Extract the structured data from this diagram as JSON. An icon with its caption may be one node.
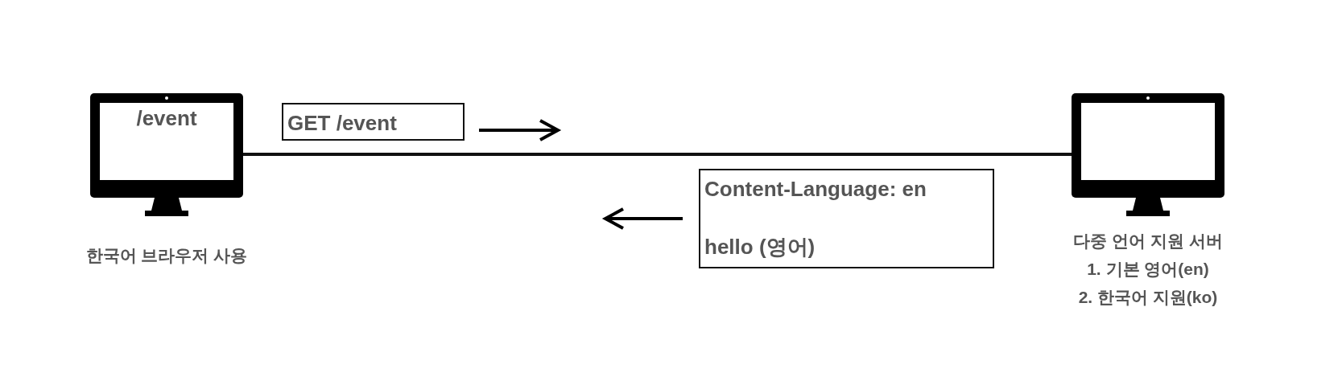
{
  "diagram": {
    "nodes": [
      {
        "text": [
          "/event"
        ],
        "beside": [
          "한국어 브라우저 사용"
        ]
      },
      {
        "text": [],
        "shape": "picture",
        "beside": [
          "다중 언어 지원 서버",
          "1. 기본 영어(en)",
          "2. 한국어 지원(ko)"
        ]
      },
      {
        "text": [
          "GET /event"
        ]
      },
      {
        "text": [
          "Content-Language: en",
          "hello (영어)"
        ]
      }
    ],
    "edges": [
      {
        "from": 0,
        "to": 1,
        "arrow": "none"
      }
    ]
  }
}
